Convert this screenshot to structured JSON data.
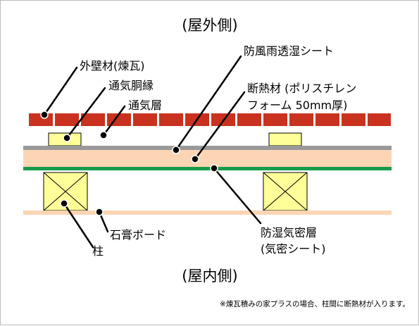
{
  "top_side": "(屋外側)",
  "bottom_side": "(屋内側)",
  "labels": {
    "brick_wall": "外壁材(煉瓦)",
    "furring_strip": "通気胴縁",
    "air_layer": "通気層",
    "breathable_sheet": "防風雨透湿シート",
    "insulation_line1": "断熱材 (ポリスチレン",
    "insulation_line2": "フォーム 50mm厚)",
    "gypsum_board": "石膏ボード",
    "post": "柱",
    "vapor_barrier_line1": "防湿気密層",
    "vapor_barrier_line2": "(気密シート)"
  },
  "note": "※煉瓦積みの家プラスの場合、柱間に断熱材が入ります。",
  "colors": {
    "brick": "#c8321e",
    "mortar": "#ffffff",
    "furring": "#ffff99",
    "sheet": "#999999",
    "insulation": "#fcd5b4",
    "vapor_barrier": "#169c4a",
    "post": "#ffff99",
    "gypsum": "#fcd5b4",
    "leader": "#000000"
  }
}
